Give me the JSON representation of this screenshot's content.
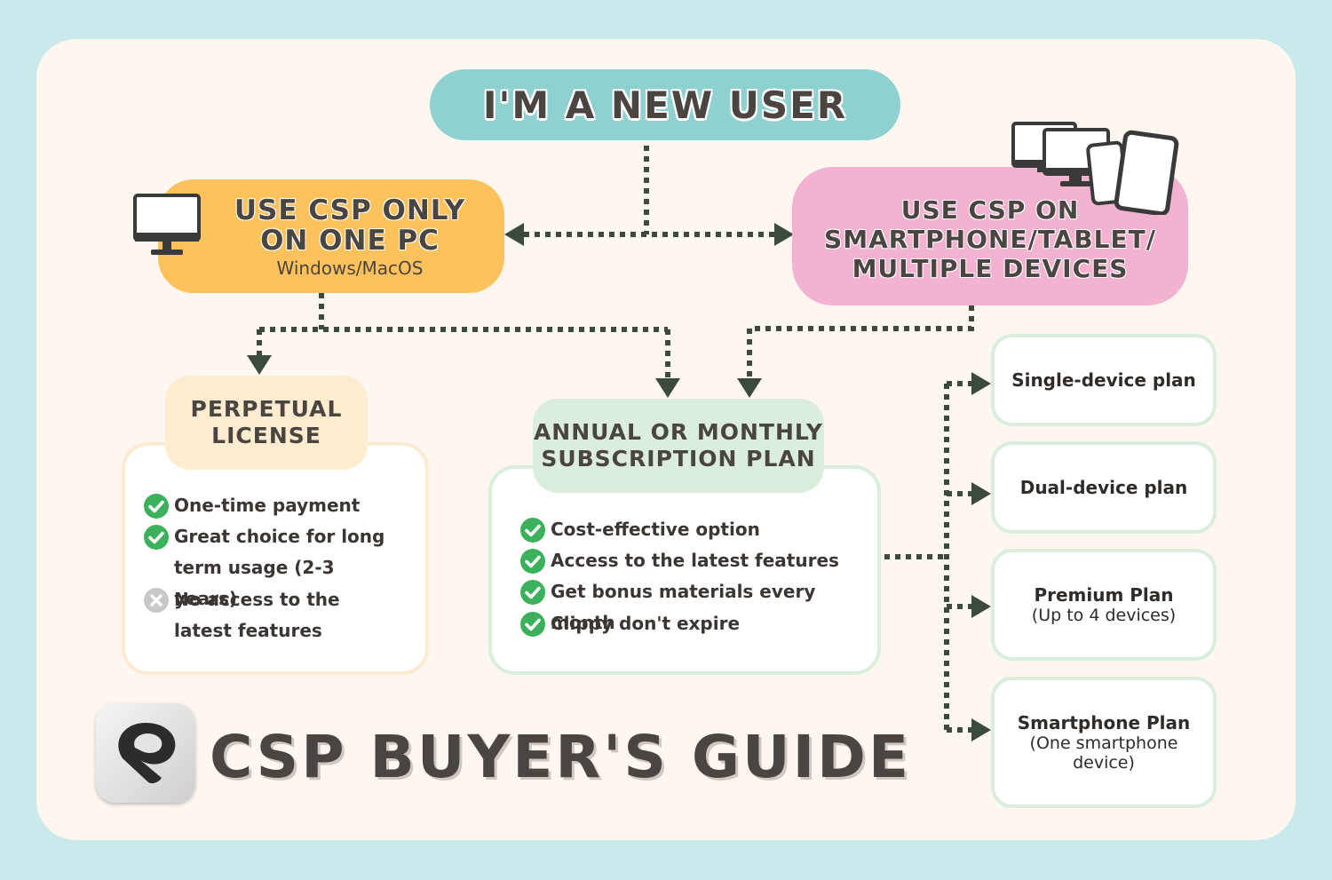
{
  "title": "CSP BUYER'S GUIDE",
  "start": {
    "label": "I'M A NEW USER"
  },
  "branches": {
    "one_pc": {
      "label": "USE CSP ONLY ON ONE PC",
      "sub": "Windows/MacOS",
      "icon": "monitor-icon"
    },
    "multi": {
      "label": "USE CSP ON SMARTPHONE/TABLET/ MULTIPLE DEVICES",
      "icon": "devices-icon"
    }
  },
  "perpetual": {
    "title": "PERPETUAL LICENSE",
    "items": [
      {
        "text": "One-time payment",
        "status": "check"
      },
      {
        "text": "Great choice for long term usage (2-3 years)",
        "status": "check"
      },
      {
        "text": "No access to the latest features",
        "status": "cross"
      }
    ]
  },
  "subscription": {
    "title": "ANNUAL OR MONTHLY SUBSCRIPTION PLAN",
    "items": [
      {
        "text": "Cost-effective option",
        "status": "check"
      },
      {
        "text": "Access to the latest features",
        "status": "check"
      },
      {
        "text": "Get bonus materials every month",
        "status": "check"
      },
      {
        "text": "Clippy don't expire",
        "status": "check"
      }
    ]
  },
  "plans": [
    {
      "name": "Single-device plan",
      "desc": ""
    },
    {
      "name": "Dual-device plan",
      "desc": ""
    },
    {
      "name": "Premium Plan",
      "desc": "(Up to 4 devices)"
    },
    {
      "name": "Smartphone Plan",
      "desc": "(One smartphone device)"
    }
  ],
  "colors": {
    "background": "#c9e9ea",
    "card": "#fdf7ef",
    "start": "#8fd1d1",
    "one_pc": "#fec25c",
    "multi": "#f2b2d0",
    "perpetual_tag": "#fdecd0",
    "subscription_tag": "#dbeedd",
    "check": "#3cb15c",
    "cross": "#c8c8c8",
    "arrow": "#3c4a3c"
  }
}
